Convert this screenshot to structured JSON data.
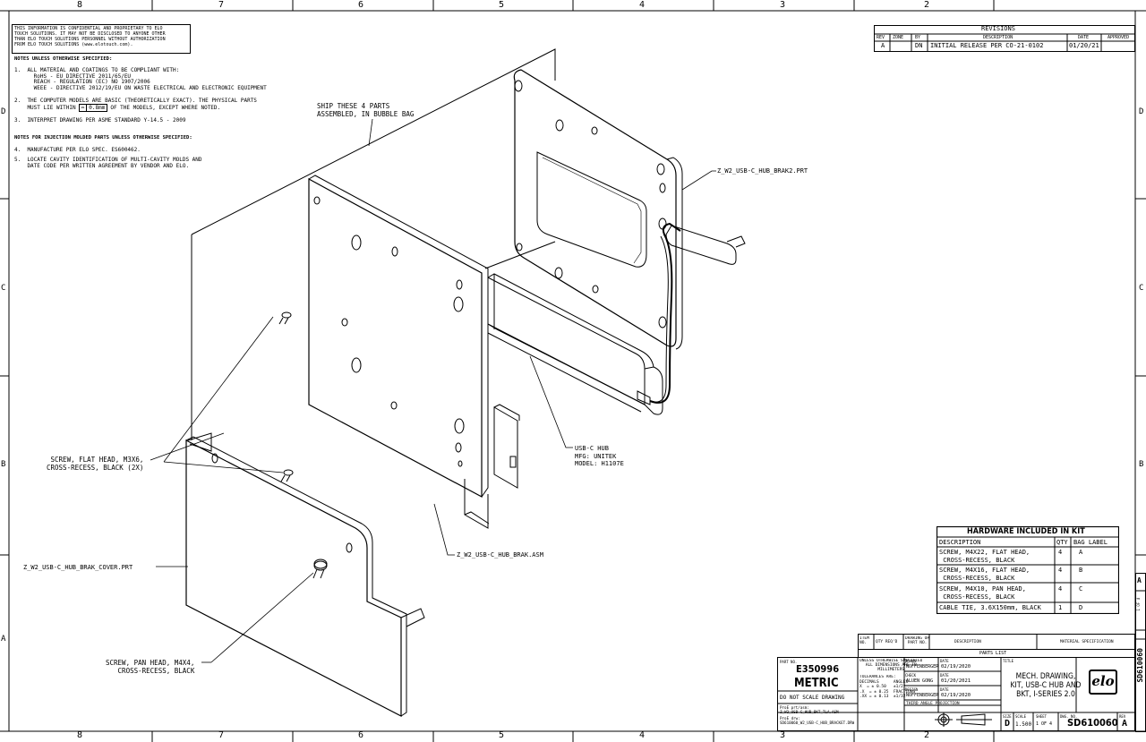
{
  "border": {
    "cols_top": [
      "8",
      "7",
      "6",
      "5",
      "4",
      "3",
      "2"
    ],
    "cols_bottom": [
      "8",
      "7",
      "6",
      "5",
      "4",
      "3",
      "2"
    ],
    "rows": [
      "D",
      "C",
      "B",
      "A"
    ]
  },
  "confidential": "THIS INFORMATION IS CONFIDENTIAL AND PROPRIETARY TO ELO\nTOUCH SOLUTIONS. IT MAY NOT BE DISCLOSED TO ANYONE OTHER\nTHAN ELO TOUCH SOLUTIONS PERSONNEL WITHOUT AUTHORIZATION\nFROM ELO TOUCH SOLUTIONS (www.elotouch.com).",
  "notes": {
    "heading": "NOTES UNLESS OTHERWISE SPECIFIED:",
    "n1": "1.  ALL MATERIAL AND COATINGS TO BE COMPLIANT WITH:\n      RoHS - EU DIRECTIVE 2011/65/EU\n      REACH - REGULATION (EC) NO 1907/2006\n      WEEE - DIRECTIVE 2012/19/EU ON WASTE ELECTRICAL AND ELECTRONIC EQUIPMENT",
    "n2a": "2.  THE COMPUTER MODELS ARE BASIC (THEORETICALLY EXACT). THE PHYSICAL PARTS",
    "n2b_pre": "    MUST LIE WITHIN",
    "n2b_tol": "0.8mm",
    "n2b_post": "OF THE MODELS, EXCEPT WHERE NOTED.",
    "n3": "3.  INTERPRET DRAWING PER ASME STANDARD Y-14.5 - 2009",
    "heading2": "NOTES FOR INJECTION MOLDED PARTS UNLESS OTHERWISE SPECIFIED:",
    "n4": "4.  MANUFACTURE PER ELO SPEC. ES600462.",
    "n5": "5.  LOCATE CAVITY IDENTIFICATION OF MULTI-CAVITY MOLDS AND\n    DATE CODE PER WRITTEN AGREEMENT BY VENDOR AND ELO."
  },
  "revisions": {
    "title": "REVISIONS",
    "headers": [
      "REV",
      "ZONE",
      "BY",
      "DESCRIPTION",
      "DATE",
      "APPROVED"
    ],
    "row": [
      "A",
      "",
      "DN",
      "INITIAL RELEASE PER CO-21-0102",
      "01/20/21",
      ""
    ]
  },
  "callouts": {
    "ship": "SHIP THESE 4 PARTS\nASSEMBLED, IN BUBBLE BAG",
    "brak2": "Z_W2_USB-C_HUB_BRAK2.PRT",
    "hub": "USB-C HUB\nMFG: UNITEK\nMODEL: H1107E",
    "brak_asm": "Z_W2_USB-C_HUB_BRAK.ASM",
    "cover": "Z_W2_USB-C_HUB_BRAK_COVER.PRT",
    "screw_flat": "SCREW, FLAT HEAD, M3X6,\nCROSS-RECESS, BLACK (2X)",
    "screw_pan": "SCREW, PAN HEAD, M4X4,\nCROSS-RECESS, BLACK"
  },
  "hardware": {
    "title": "HARDWARE INCLUDED IN KIT",
    "headers": [
      "DESCRIPTION",
      "QTY",
      "BAG LABEL"
    ],
    "rows": [
      {
        "desc": "SCREW, M4X22, FLAT HEAD,\n CROSS-RECESS, BLACK",
        "qty": "4",
        "bag": "A"
      },
      {
        "desc": "SCREW, M4X16, FLAT HEAD,\n CROSS-RECESS, BLACK",
        "qty": "4",
        "bag": "B"
      },
      {
        "desc": "SCREW, M4X10, PAN HEAD,\n CROSS-RECESS, BLACK",
        "qty": "4",
        "bag": "C"
      },
      {
        "desc": "CABLE TIE, 3.6X150mm, BLACK",
        "qty": "1",
        "bag": "D"
      }
    ]
  },
  "title_block": {
    "parts_list_headers": [
      "ITEM\nNO.",
      "QTY REQ'D",
      "DRAWING OR\nPART NO.",
      "DESCRIPTION",
      "MATERIAL SPECIFICATION"
    ],
    "parts_list_label": "PARTS LIST",
    "part_no_label": "PART NO.",
    "part_no": "E350996",
    "metric": "METRIC",
    "do_not_scale": "DO NOT SCALE DRAWING",
    "dims_note": "UNLESS OTHERWISE SPECIFIED\nALL DIMENSIONS ARE IN\nMILLIMETERS",
    "tolerances": "TOLERANCES ARE:\nDECIMALS      ANGLES\nX  = ± 0.50   ±1/2°\n.X  = ± 0.25  FRACTIONS\n.XX = ± 0.13  ±1/32",
    "drawn_label": "DRAWN",
    "drawn_by": "NOFFENBERGER",
    "drawn_date": "02/19/2020",
    "check_label": "CHECK",
    "check_by": "ALUEN GONG",
    "check_date": "01/20/2021",
    "design_label": "DESIGN",
    "design_by": "NOFFENBERGER",
    "design_date": "02/19/2020",
    "date_label": "DATE",
    "projection": "THIRD ANGLE PROJECTION",
    "title_label": "TITLE",
    "title": "MECH. DRAWING,\nKIT, USB-C HUB AND\nBKT, I-SERIES 2.0",
    "file1": "ProE prt/asm:\nZ_W2_USB-C_HUB_BKT_TLA.ASM",
    "file2": "ProE drw:\nSD610060_W2_USB-C_HUB_BRACKET.DRW",
    "size_label": "SIZE",
    "size": "D",
    "scale_label": "SCALE",
    "scale": "1.500",
    "sheet_label": "SHEET",
    "sheet": "1 OF 4",
    "dwg_label": "DWG. NO.",
    "dwg": "SD610060",
    "rev_label": "REV",
    "rev": "A",
    "logo": "elo",
    "side_dwg": "SD610060",
    "side_rev": "A",
    "side_sheet": "1 OF 4"
  }
}
